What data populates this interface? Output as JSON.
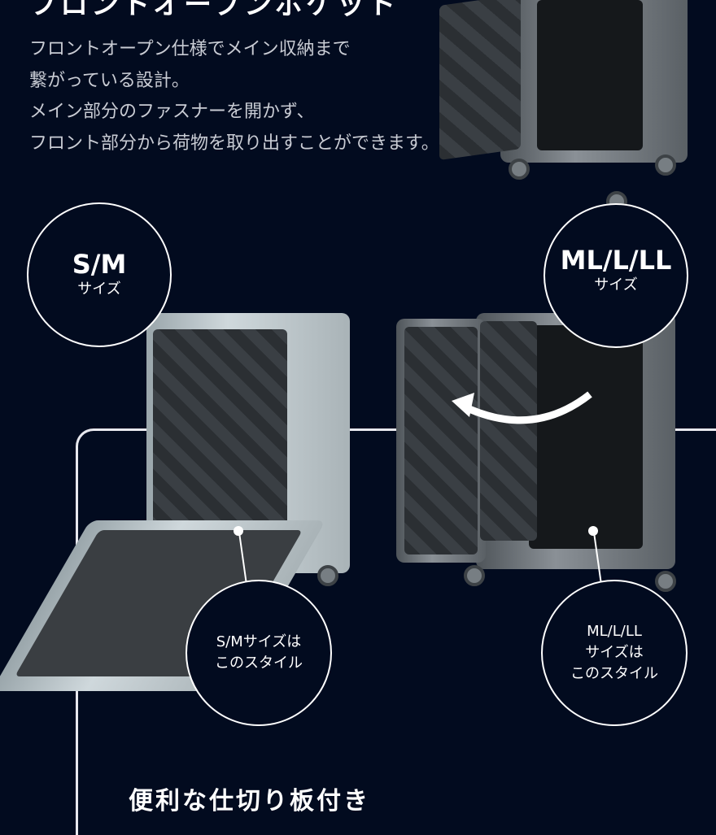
{
  "heading": "フロントオープンポケット",
  "description": [
    "フロントオープン仕様でメイン収納まで",
    "繋がっている設計。",
    "メイン部分のファスナーを開かず、",
    "フロント部分から荷物を取り出すことができます。"
  ],
  "size_badges": {
    "sm": {
      "title": "S/M",
      "subtitle": "サイズ"
    },
    "ml": {
      "title": "ML/L/LL",
      "subtitle": "サイズ"
    }
  },
  "style_callouts": {
    "sm": [
      "S/Mサイズは",
      "このスタイル"
    ],
    "ml": [
      "ML/L/LL",
      "サイズは",
      "このスタイル"
    ]
  },
  "subheading": "便利な仕切り板付き"
}
